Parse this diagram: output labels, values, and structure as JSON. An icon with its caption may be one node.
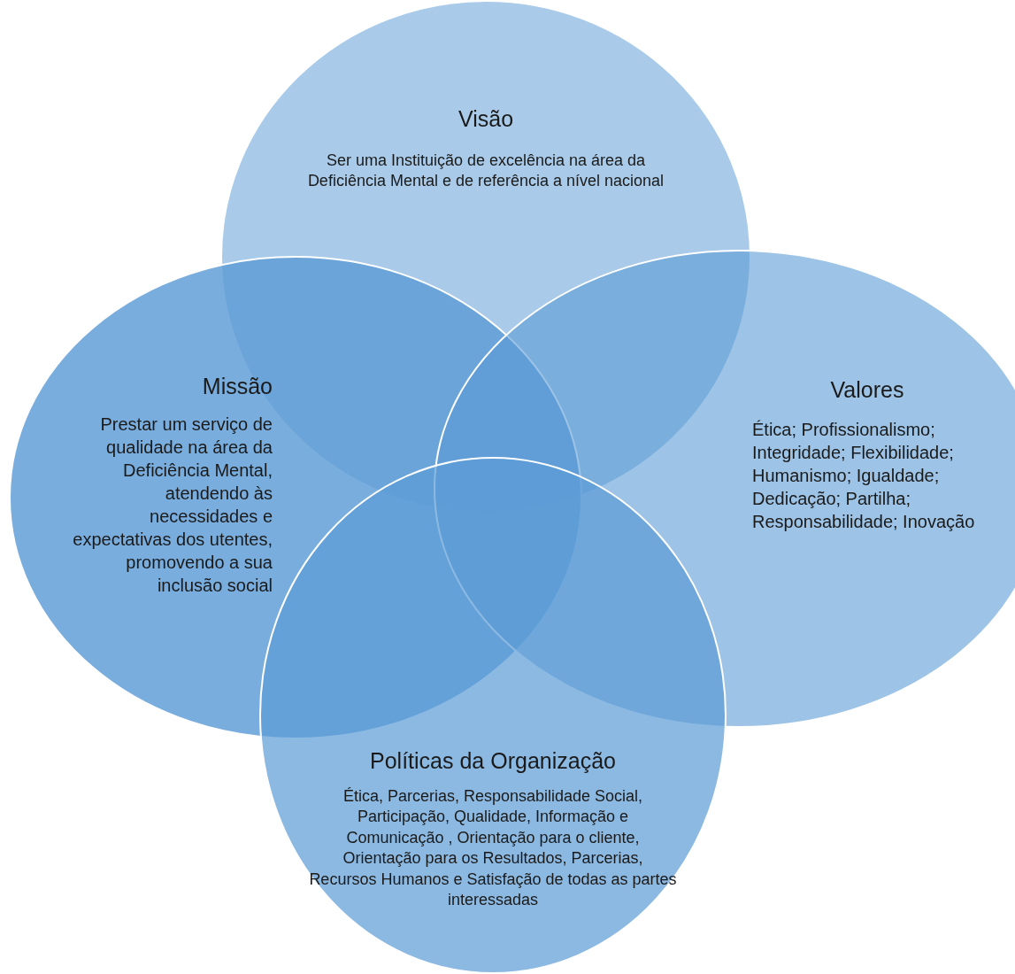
{
  "diagram": {
    "nodes": [
      {
        "text": [
          "Visão",
          "Ser uma Instituição de excelência na área da Deficiência Mental e de referência a nível nacional"
        ]
      },
      {
        "text": [
          "Missão",
          "Prestar um serviço de qualidade na área da Deficiência Mental, atendendo às necessidades e expectativas dos utentes, promovendo a sua inclusão social"
        ]
      },
      {
        "text": [
          "Valores",
          "Ética; Profissionalismo; Integridade; Flexibilidade; Humanismo; Igualdade; Dedicação; Partilha; Responsabilidade; Inovação"
        ]
      },
      {
        "text": [
          "Políticas da Organização",
          "Ética, Parcerias, Responsabilidade Social, Participação, Qualidade, Informação e Comunicação , Orientação para o cliente, Orientação para os Resultados,  Parcerias, Recursos Humanos e Satisfação de todas as partes interessadas"
        ]
      }
    ],
    "edges": []
  }
}
